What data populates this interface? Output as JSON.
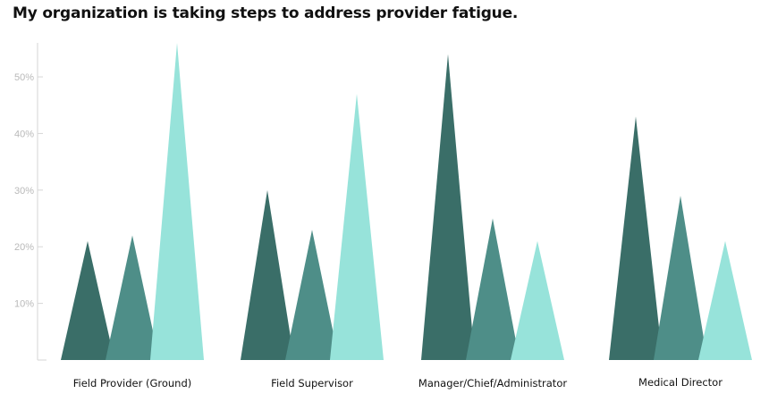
{
  "chart_data": {
    "type": "bar",
    "title": "My organization is taking steps to address provider fatigue.",
    "xlabel": "",
    "ylabel": "",
    "categories": [
      "Field Provider (Ground)",
      "Field Supervisor",
      "Manager/Chief/Administrator",
      "Medical Director"
    ],
    "series": [
      {
        "values": [
          21,
          30,
          54,
          43
        ]
      },
      {
        "values": [
          22,
          23,
          25,
          29
        ]
      },
      {
        "values": [
          56,
          47,
          21,
          21
        ]
      }
    ],
    "ylim": [
      0,
      56
    ],
    "yticks": [
      10,
      20,
      30,
      40,
      50
    ],
    "ytick_labels": [
      "10%",
      "20%",
      "30%",
      "40%",
      "50%"
    ],
    "grid": false,
    "legend": "none",
    "colors": [
      "#3a6e68",
      "#4e8e88",
      "#97e3da"
    ]
  }
}
